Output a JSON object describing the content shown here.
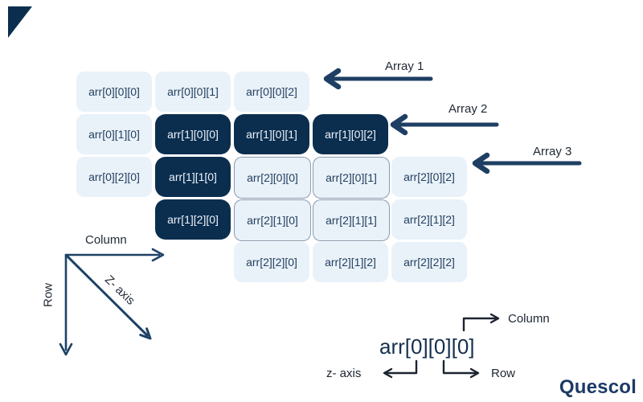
{
  "brand": {
    "logo_text": "Quescol",
    "logo_color": "#1c3a66"
  },
  "colors": {
    "layer_dark_bg": "#0b2e4f",
    "layer_light_bg": "#e9f1f9",
    "text_on_light": "#24405e",
    "text_on_dark": "#edf3fa",
    "arrow_navy": "#1e3f63",
    "label_dark": "#1f2833"
  },
  "grid": {
    "cells": [
      {
        "label": "arr[0][0][0]",
        "layer": 0,
        "row": 1,
        "col": "A"
      },
      {
        "label": "arr[0][0][1]",
        "layer": 0,
        "row": 1,
        "col": "B"
      },
      {
        "label": "arr[0][0][2]",
        "layer": 0,
        "row": 1,
        "col": "C"
      },
      {
        "label": "arr[0][1][0]",
        "layer": 0,
        "row": 2,
        "col": "A"
      },
      {
        "label": "arr[1][0][0]",
        "layer": 1,
        "row": 2,
        "col": "B"
      },
      {
        "label": "arr[1][0][1]",
        "layer": 1,
        "row": 2,
        "col": "C"
      },
      {
        "label": "arr[1][0][2]",
        "layer": 1,
        "row": 2,
        "col": "D"
      },
      {
        "label": "arr[0][2][0]",
        "layer": 0,
        "row": 3,
        "col": "A"
      },
      {
        "label": "arr[1][1[0]",
        "layer": 1,
        "row": 3,
        "col": "B"
      },
      {
        "label": "arr[2][0][0]",
        "layer": 2,
        "row": 3,
        "col": "C"
      },
      {
        "label": "arr[2][0][1]",
        "layer": 2,
        "row": 3,
        "col": "D"
      },
      {
        "label": "arr[2][0][2]",
        "layer": 2,
        "row": 3,
        "col": "E"
      },
      {
        "label": "arr[1][2][0]",
        "layer": 1,
        "row": 4,
        "col": "B"
      },
      {
        "label": "arr[2][1][0]",
        "layer": 2,
        "row": 4,
        "col": "C"
      },
      {
        "label": "arr[2][1][1]",
        "layer": 2,
        "row": 4,
        "col": "D"
      },
      {
        "label": "arr[2][1][2]",
        "layer": 2,
        "row": 4,
        "col": "E"
      },
      {
        "label": "arr[2][2][0]",
        "layer": 2,
        "row": 5,
        "col": "C"
      },
      {
        "label": "arr[2][1][2]",
        "layer": 2,
        "row": 5,
        "col": "D"
      },
      {
        "label": "arr[2][2][2]",
        "layer": 2,
        "row": 5,
        "col": "E"
      }
    ]
  },
  "pointers": {
    "array1": "Array 1",
    "array2": "Array 2",
    "array3": "Array 3"
  },
  "axes": {
    "column": "Column",
    "row": "Row",
    "z": "Z- axis"
  },
  "legend": {
    "expression": "arr[0][0][0]",
    "column": "Column",
    "row": "Row",
    "z": "z- axis"
  }
}
